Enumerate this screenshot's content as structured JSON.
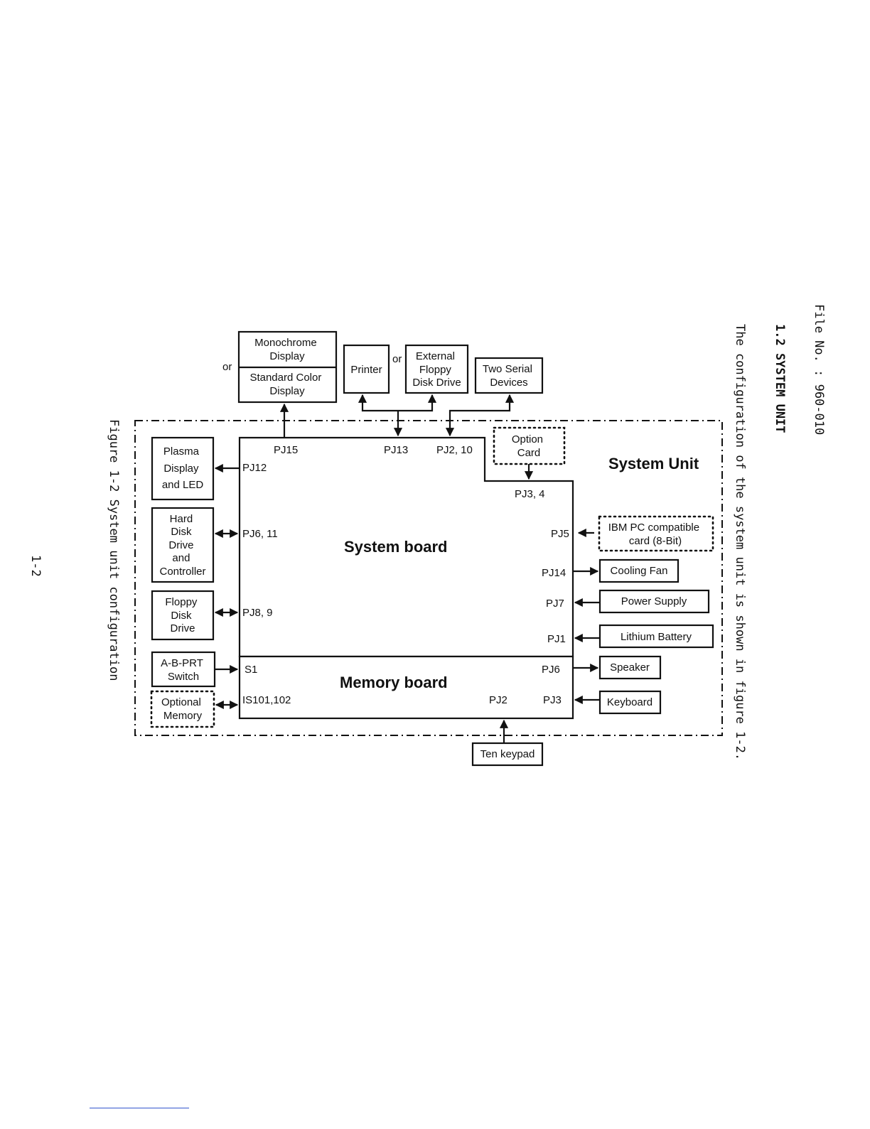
{
  "header": {
    "file_no": "File No. : 960-010",
    "section": "1.2  SYSTEM UNIT",
    "intro": "The configuration of the system unit is shown in figure 1-2."
  },
  "caption": "Figure 1-2  System unit configuration",
  "page_number": "1-2",
  "diagram": {
    "system_unit": "System Unit",
    "system_board": "System board",
    "memory_board": "Memory board",
    "or_display": "or",
    "or_printer": "or",
    "boxes": {
      "monochrome": [
        "Monochrome",
        "Display"
      ],
      "standard_color": [
        "Standard Color",
        "Display"
      ],
      "printer": [
        "Printer"
      ],
      "external_floppy": [
        "External",
        "Floppy",
        "Disk Drive"
      ],
      "two_serial": [
        "Two Serial",
        "Devices"
      ],
      "option_card": [
        "Option",
        "Card"
      ],
      "plasma": [
        "Plasma",
        "Display",
        "and LED"
      ],
      "hard_disk": [
        "Hard",
        "Disk",
        "Drive",
        "and",
        "Controller"
      ],
      "floppy": [
        "Floppy",
        "Disk",
        "Drive"
      ],
      "abprt": [
        "A-B-PRT",
        "Switch"
      ],
      "optional_memory": [
        "Optional",
        "Memory"
      ],
      "ibm_card": [
        "IBM PC compatible",
        "card (8-Bit)"
      ],
      "cooling_fan": [
        "Cooling Fan"
      ],
      "power_supply": [
        "Power Supply"
      ],
      "lithium_battery": [
        "Lithium Battery"
      ],
      "speaker": [
        "Speaker"
      ],
      "keyboard": [
        "Keyboard"
      ],
      "ten_keypad": [
        "Ten keypad"
      ]
    },
    "ports": {
      "pj15": "PJ15",
      "pj13": "PJ13",
      "pj2_10": "PJ2, 10",
      "pj3_4": "PJ3, 4",
      "pj12": "PJ12",
      "pj6_11": "PJ6, 11",
      "pj8_9": "PJ8, 9",
      "pj5": "PJ5",
      "pj14": "PJ14",
      "pj7": "PJ7",
      "pj1": "PJ1",
      "s1": "S1",
      "is101": "IS101,102",
      "pj6": "PJ6",
      "pj2": "PJ2",
      "pj3": "PJ3"
    }
  }
}
